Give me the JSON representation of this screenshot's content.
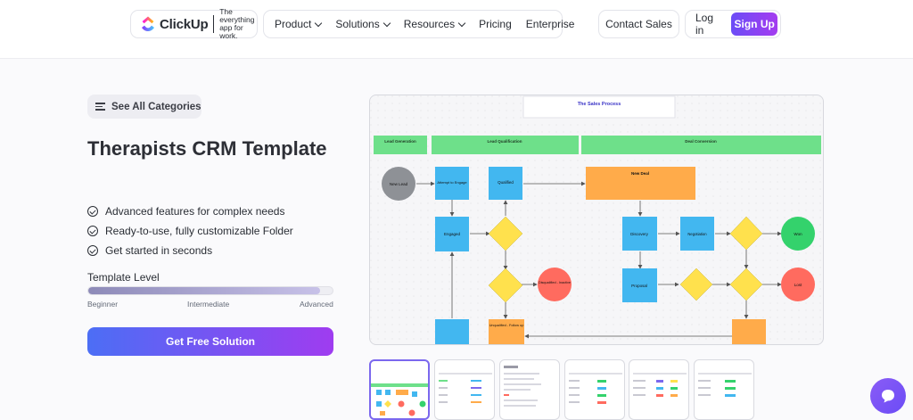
{
  "header": {
    "brand": "ClickUp",
    "tagline": "The everything app for work.",
    "nav": [
      {
        "label": "Product",
        "dropdown": true
      },
      {
        "label": "Solutions",
        "dropdown": true
      },
      {
        "label": "Resources",
        "dropdown": true
      },
      {
        "label": "Pricing",
        "dropdown": false
      },
      {
        "label": "Enterprise",
        "dropdown": false
      }
    ],
    "contact_sales": "Contact Sales",
    "login": "Log in",
    "signup": "Sign Up"
  },
  "hero": {
    "see_all": "See All Categories",
    "title": "Therapists CRM Template",
    "features": [
      "Advanced features for complex needs",
      "Ready-to-use, fully customizable Folder",
      "Get started in seconds"
    ],
    "level": {
      "title": "Template Level",
      "labels": [
        "Beginner",
        "Intermediate",
        "Advanced"
      ],
      "value_fraction": 0.95
    },
    "cta": "Get Free Solution"
  },
  "preview": {
    "diagram_title": "The Sales Process",
    "lanes": [
      "Lead Generation",
      "Lead Qualification",
      "Deal Conversion"
    ],
    "nodes": {
      "new_lead": "New Lead",
      "attempt": "Attempt to Engage",
      "qualified": "Qualified",
      "engaged": "Engaged",
      "new_deal": "New Deal",
      "discovery": "Discovery",
      "negotiation": "Negotiation",
      "proposal": "Proposal",
      "won": "Won",
      "lost": "Lost",
      "disqualified": "Disqualified - Inactive",
      "unqualified": "Unqualified - Follow up"
    }
  },
  "colors": {
    "brand_gradient_start": "#4c6ef5",
    "brand_gradient_end": "#9f3cf0",
    "lane_green": "#6ee08a",
    "node_blue": "#42b7f0",
    "node_orange": "#ffab4a",
    "node_yellow": "#ffe14d",
    "node_green": "#34d26c",
    "node_red": "#ff6b5f"
  },
  "icons": {
    "logo": "clickup-logo-icon",
    "menu": "menu-lines-icon",
    "check": "check-circle-icon",
    "chat": "chat-bubble-icon"
  }
}
